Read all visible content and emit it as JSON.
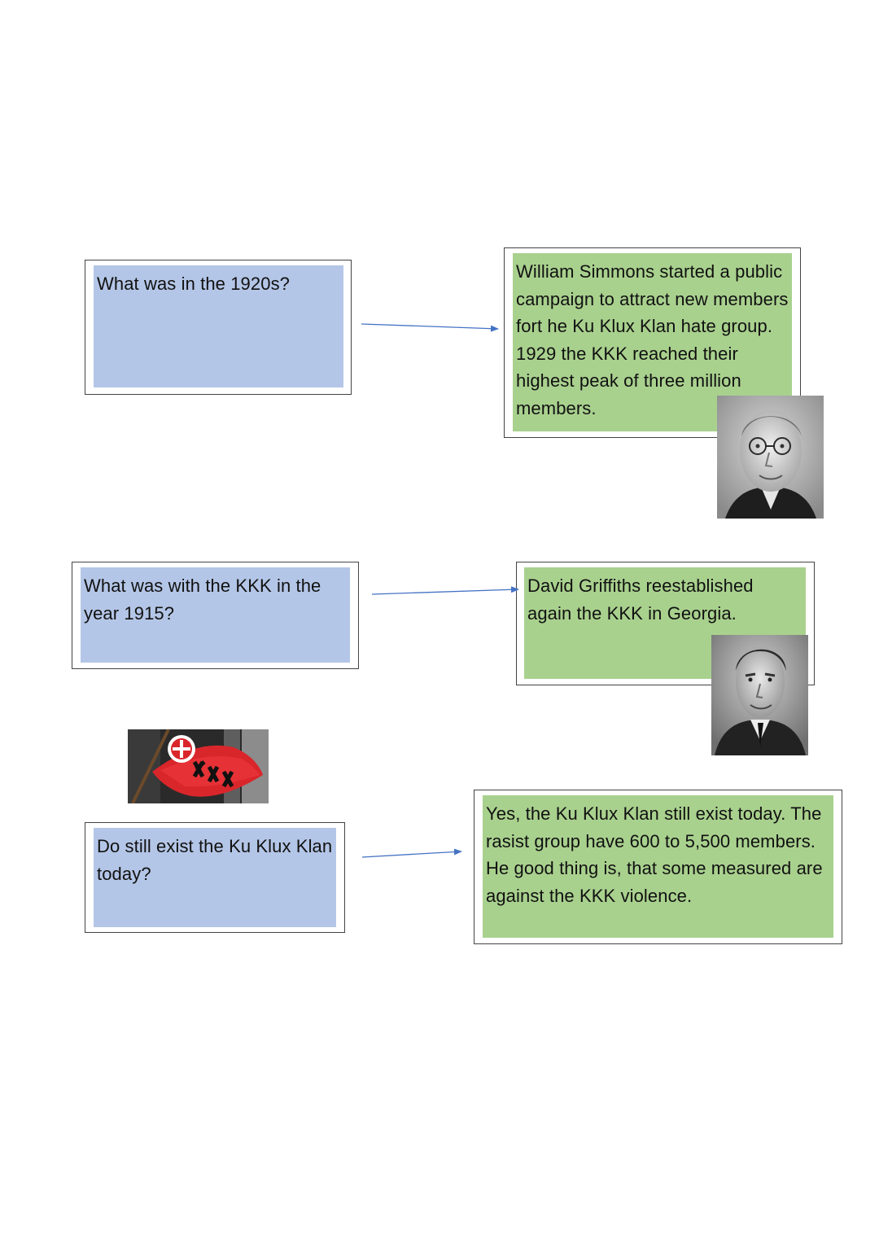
{
  "colors": {
    "question_fill": "#b4c6e7",
    "answer_fill": "#a9d18e",
    "arrow": "#4472c4",
    "frame": "#444444"
  },
  "rows": [
    {
      "question": "What was in the 1920s?",
      "answer": "William Simmons started a public campaign to attract new members fort he Ku Klux Klan hate group. 1929 the KKK reached their highest peak of three million members.",
      "photo_icon": "portrait-photo"
    },
    {
      "question": "What was with the KKK in the year 1915?",
      "answer": "David Griffiths reestablished again the KKK in Georgia.",
      "photo_icon": "portrait-photo"
    },
    {
      "question": "Do still exist the Ku Klux Klan today?",
      "answer": "Yes, the Ku Klux Klan still exist today. The rasist group have 600 to 5,500 members. He good thing is, that some measured are against the KKK violence.",
      "photo_icon": "flag-photo"
    }
  ]
}
